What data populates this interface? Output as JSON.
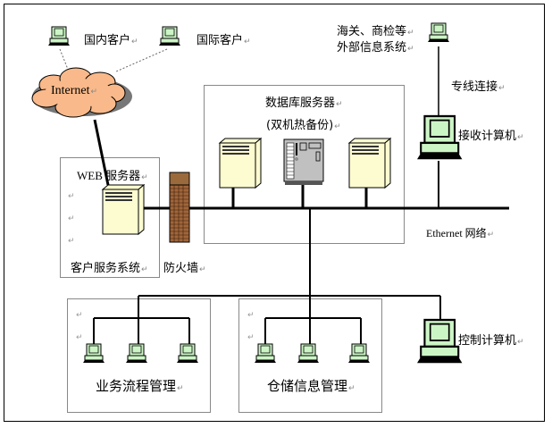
{
  "clients": {
    "domestic": "国内客户",
    "international": "国际客户"
  },
  "internet": {
    "label": "Internet"
  },
  "external": {
    "line1": "海关、商检等",
    "line2": "外部信息系统",
    "link": "专线连接"
  },
  "receiver": {
    "label": "接收计算机"
  },
  "db": {
    "title": "数据库服务器",
    "subtitle": "(双机热备份)"
  },
  "web": {
    "title": "WEB 服务器",
    "caption": "客户服务系统"
  },
  "firewall": {
    "label": "防火墙"
  },
  "ethernet": {
    "label": "Ethernet 网络"
  },
  "groups": {
    "business": "业务流程管理",
    "warehouse": "仓储信息管理"
  },
  "control": {
    "label": "控制计算机"
  },
  "return_mark": "↵",
  "colors": {
    "screen": "#ccf5c6",
    "cloud": "#f9b98a",
    "server": "#fdfbd0",
    "firewall": "#a0653a",
    "rack": "#c0c0c0"
  }
}
